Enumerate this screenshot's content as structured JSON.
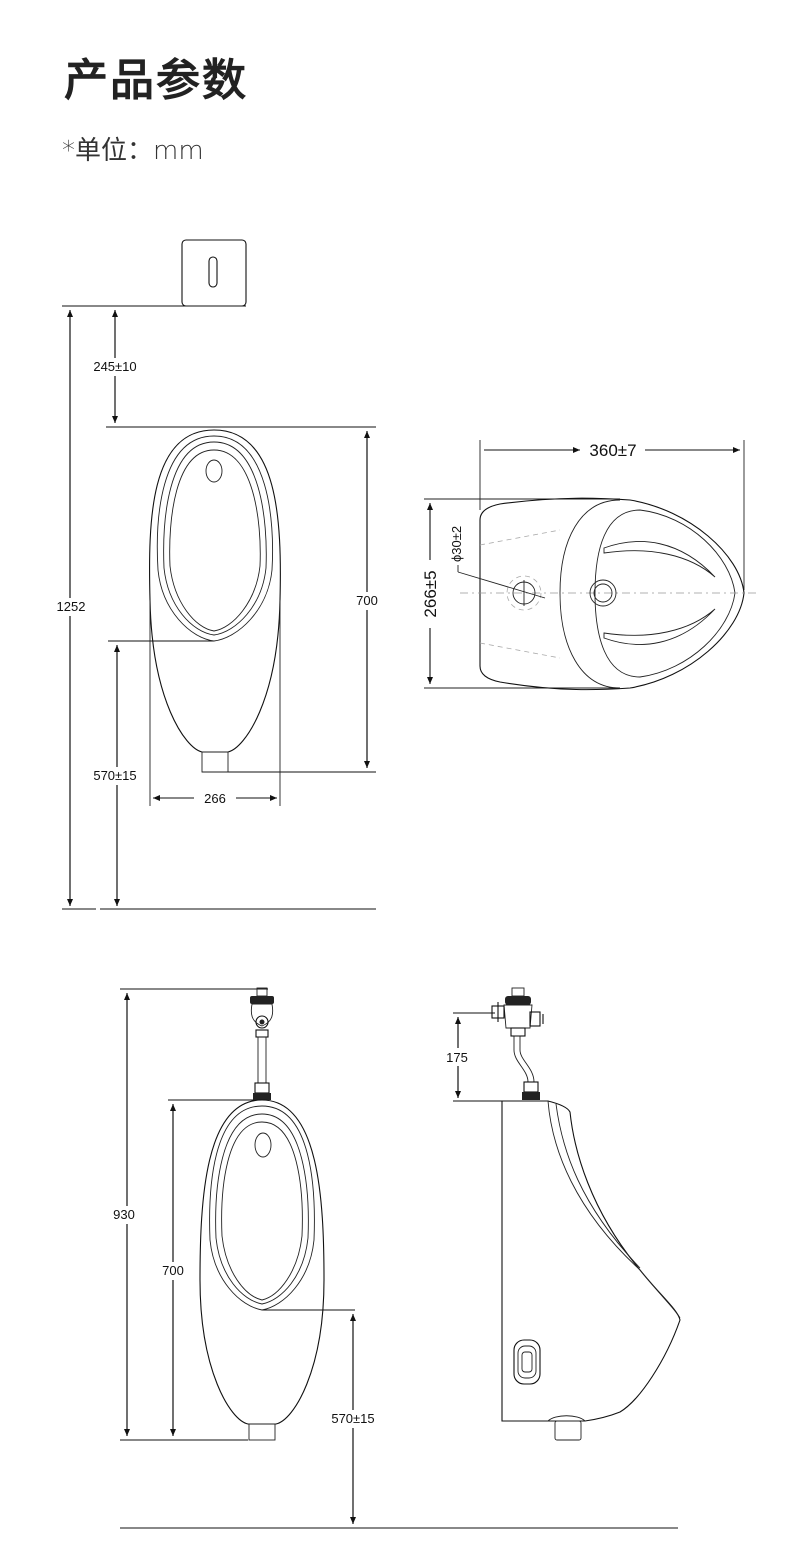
{
  "header": {
    "title": "产品参数",
    "unit_note": "*单位：mm"
  },
  "drawings": {
    "front_view_sensor": {
      "sensor_to_top": "245±10",
      "total_height": "1252",
      "body_height": "700",
      "inlet_height": "570±15",
      "body_width": "266"
    },
    "top_view": {
      "depth": "360±7",
      "width": "266±5",
      "hole_diameter": "ϕ30±2"
    },
    "front_view_valve": {
      "total_height": "930",
      "body_height": "700",
      "inlet_height": "570±15"
    },
    "side_view_valve": {
      "valve_height": "175"
    }
  }
}
